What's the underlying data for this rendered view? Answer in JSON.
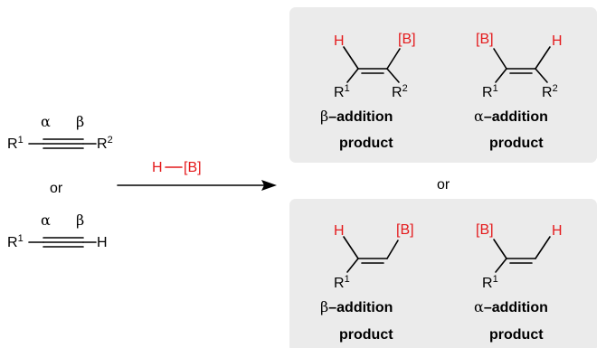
{
  "reactants": {
    "internal_alkyne": {
      "r_left": "R",
      "r_left_sup": "1",
      "r_right": "R",
      "r_right_sup": "2",
      "alpha": "α",
      "beta": "β"
    },
    "or_text": "or",
    "terminal_alkyne": {
      "r_left": "R",
      "r_left_sup": "1",
      "h": "H",
      "alpha": "α",
      "beta": "β"
    }
  },
  "reagent": {
    "h": "H",
    "boron": "[B]"
  },
  "products_or_text": "or",
  "products": {
    "top": {
      "beta": {
        "h": "H",
        "boron": "[B]",
        "r_left": "R",
        "r_left_sup": "1",
        "r_right": "R",
        "r_right_sup": "2",
        "label_greek": "β",
        "label_rest": "–addition",
        "label_line2": "product"
      },
      "alpha": {
        "h": "H",
        "boron": "[B]",
        "r_left": "R",
        "r_left_sup": "1",
        "r_right": "R",
        "r_right_sup": "2",
        "label_greek": "α",
        "label_rest": "–addition",
        "label_line2": "product"
      }
    },
    "bottom": {
      "beta": {
        "h": "H",
        "boron": "[B]",
        "r": "R",
        "r_sup": "1",
        "label_greek": "β",
        "label_rest": "–addition",
        "label_line2": "product"
      },
      "alpha": {
        "h": "H",
        "boron": "[B]",
        "r": "R",
        "r_sup": "1",
        "label_greek": "α",
        "label_rest": "–addition",
        "label_line2": "product"
      }
    }
  },
  "colors": {
    "highlight": "#e41a1c",
    "panel": "#ebebeb",
    "ink": "#000000"
  }
}
